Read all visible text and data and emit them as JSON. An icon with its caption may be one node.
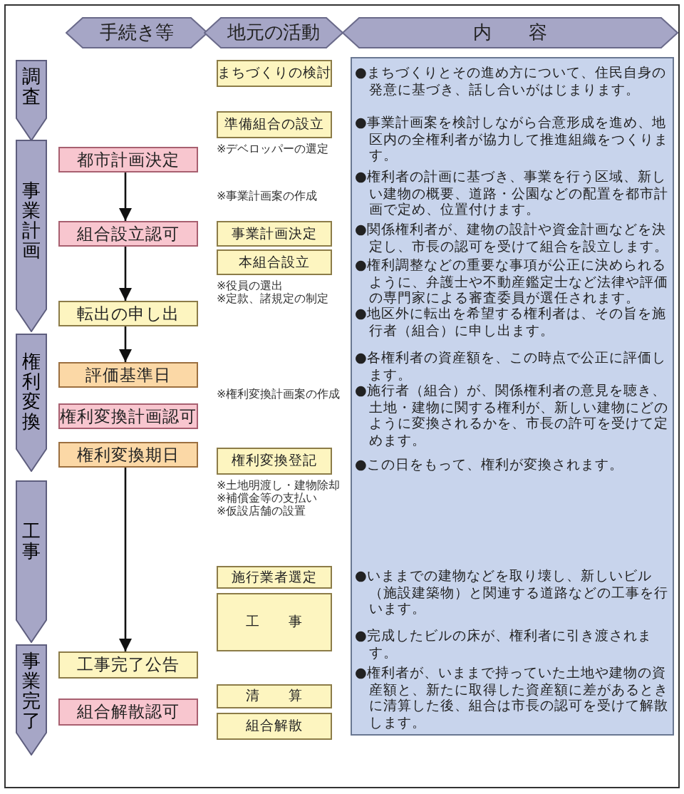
{
  "diagram": {
    "nodes": [
      {
        "text": [
          "手続き等"
        ]
      },
      {
        "text": [
          "地元の活動"
        ]
      },
      {
        "text": [
          "内　　容"
        ]
      },
      {
        "text": [
          "調査"
        ]
      },
      {
        "text": [
          "事業計画"
        ]
      },
      {
        "text": [
          "権利変換"
        ]
      },
      {
        "text": [
          "工事"
        ]
      },
      {
        "text": [
          "事業完了"
        ]
      },
      {
        "text": [
          "都市計画決定"
        ]
      },
      {
        "text": [
          "組合設立認可"
        ]
      },
      {
        "text": [
          "転出の申し出"
        ]
      },
      {
        "text": [
          "評価基準日"
        ]
      },
      {
        "text": [
          "権利変換計画認可"
        ]
      },
      {
        "text": [
          "権利変換期日"
        ]
      },
      {
        "text": [
          "工事完了公告"
        ]
      },
      {
        "text": [
          "組合解散認可"
        ]
      },
      {
        "text": [
          "まちづくりの検討"
        ]
      },
      {
        "text": [
          "準備組合の設立"
        ],
        "beside": [
          "※デベロッパーの選定"
        ]
      },
      {
        "text": [
          "事業計画決定"
        ]
      },
      {
        "text": [
          "本組合設立"
        ],
        "beside": [
          "※役員の選出",
          "※定款、諸規定の制定"
        ]
      },
      {
        "text": [
          "権利変換登記"
        ],
        "beside": [
          "※土地明渡し・建物除却",
          "※補償金等の支払い",
          "※仮設店舗の設置"
        ]
      },
      {
        "text": [
          "施行業者選定"
        ]
      },
      {
        "text": [
          "工　　事"
        ]
      },
      {
        "text": [
          "清　　算"
        ]
      },
      {
        "text": [
          "組合解散"
        ]
      },
      {
        "text": [
          "●まちづくりとその進め方について、住民自身の発意に基づき、話し合いがはじまります。",
          "●事業計画案を検討しながら合意形成を進め、地区内の全権利者が協力して推進組織をつくります。",
          "●権利者の計画に基づき、事業を行う区域、新しい建物の概要、道路・公園などの配置を都市計画で定め、位置付けます。",
          "●関係権利者が、建物の設計や資金計画などを決定し、市長の認可を受けて組合を設立します。",
          "●権利調整などの重要な事項が公正に決められるように、弁護士や不動産鑑定士など法律や評価の専門家による審査委員が選任されます。",
          "●地区外に転出を希望する権利者は、その旨を施行者（組合）に申し出ます。",
          "●各権利者の資産額を、この時点で公正に評価します。",
          "●施行者（組合）が、関係権利者の意見を聴き、土地・建物に関する権利が、新しい建物にどのように変換されるかを、市長の許可を受けて定めます。",
          "●この日をもって、権利が変換されます。",
          "●いままでの建物などを取り壊し、新しいビル（施設建築物）と関連する道路などの工事を行います。",
          "●完成したビルの床が、権利者に引き渡されます。",
          "●権利者が、いままで持っていた土地や建物の資産額と、新たに取得した資産額に差があるときに清算した後、組合は市長の認可を受けて解散します。"
        ]
      }
    ],
    "edges": [
      {
        "from": 8,
        "to": 9,
        "arrow": "to"
      },
      {
        "from": 9,
        "to": 10,
        "arrow": "to"
      },
      {
        "from": 10,
        "to": 11,
        "arrow": "to"
      },
      {
        "from": 13,
        "to": 14,
        "arrow": "to"
      }
    ],
    "labels": [
      "※事業計画案の作成",
      "※権利変換計画案の作成"
    ]
  }
}
